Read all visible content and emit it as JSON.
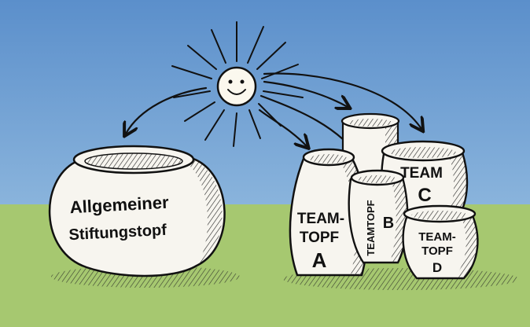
{
  "colors": {
    "sky_top": "#5b8fcb",
    "sky_bottom": "#8ab4dc",
    "grass": "#a6c870",
    "pot_fill": "#f7f5ef",
    "ink": "#111111"
  },
  "sun": {
    "face": "smiley"
  },
  "pots": {
    "general": {
      "line1": "Allgemeiner",
      "line2": "Stiftungstopf"
    },
    "team_a": {
      "line1": "TEAM-",
      "line2": "TOPF",
      "line3": "A"
    },
    "team_b": {
      "line1": "TEAMTOPF",
      "line2": "B"
    },
    "team_c": {
      "line1": "TEAM",
      "line2": "C"
    },
    "team_d": {
      "line1": "TEAM-",
      "line2": "TOPF",
      "line3": "D"
    }
  }
}
